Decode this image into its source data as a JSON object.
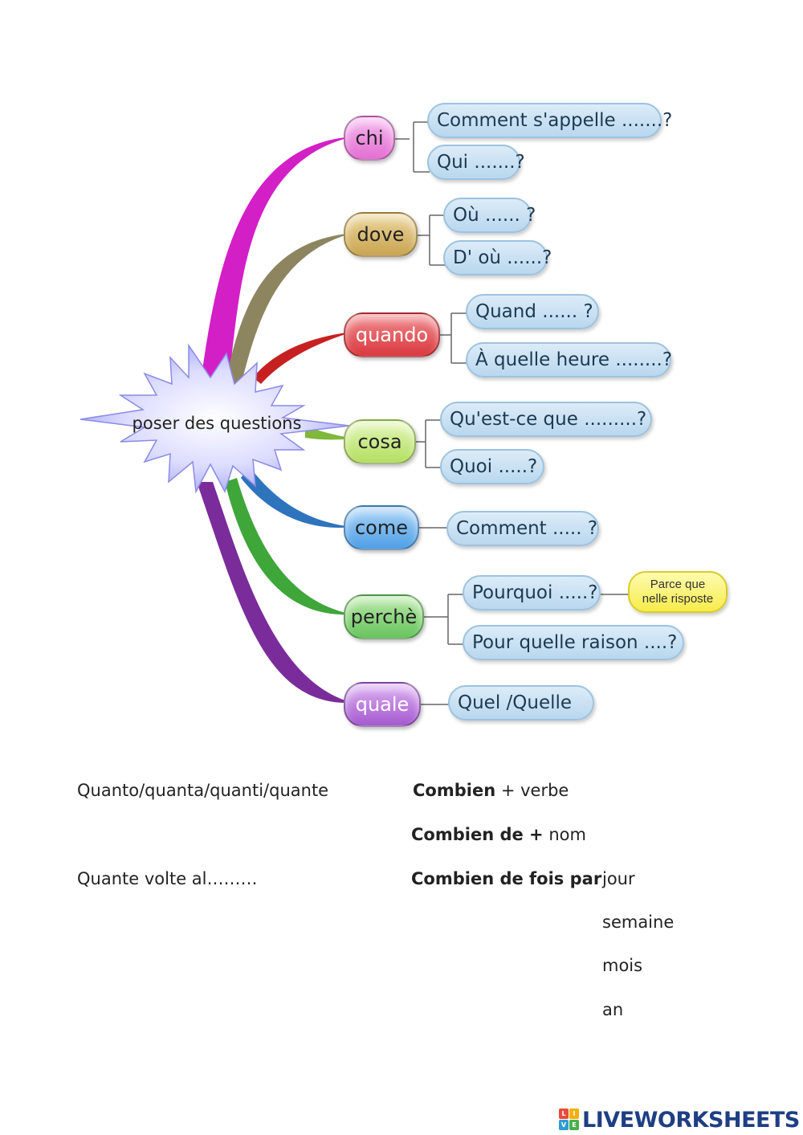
{
  "mindmap": {
    "center": "poser des questions",
    "branches": [
      {
        "label": "chi",
        "color": "#e36fd2",
        "leaves": [
          "Comment s'appelle .......?",
          "Qui .......?"
        ]
      },
      {
        "label": "dove",
        "color": "#c9a552",
        "leaves": [
          "Où ...... ?",
          "D' où ......?"
        ]
      },
      {
        "label": "quando",
        "color": "#e0474d",
        "leaves": [
          "Quand ...... ?",
          "À quelle heure ........?"
        ]
      },
      {
        "label": "cosa",
        "color": "#b4df63",
        "leaves": [
          "Qu'est-ce que .........?",
          "Quoi .....?"
        ]
      },
      {
        "label": "come",
        "color": "#4fa0e6",
        "leaves": [
          "Comment ..... ?"
        ]
      },
      {
        "label": "perchè",
        "color": "#68c45e",
        "leaves": [
          "Pourquoi .....?",
          "Pour quelle raison ....?"
        ],
        "note": "Parce que nelle risposte"
      },
      {
        "label": "quale",
        "color": "#b26ad8",
        "leaves": [
          "Quel /Quelle"
        ]
      }
    ]
  },
  "notes": {
    "left_1": "Quanto/quanta/quanti/quante",
    "left_2": "Quante volte al………",
    "combien_verbe_bold": "Combien",
    "combien_verbe_rest": " + verbe",
    "combien_nom_bold": "Combien de +",
    "combien_nom_rest": " nom",
    "combien_fois_bold": "Combien de fois par",
    "periods": [
      "jour",
      "semaine",
      "mois",
      "an"
    ]
  },
  "footer": {
    "brand": "LIVEWORKSHEETS",
    "logo_letters": [
      "L",
      "I",
      "V",
      "E"
    ]
  }
}
